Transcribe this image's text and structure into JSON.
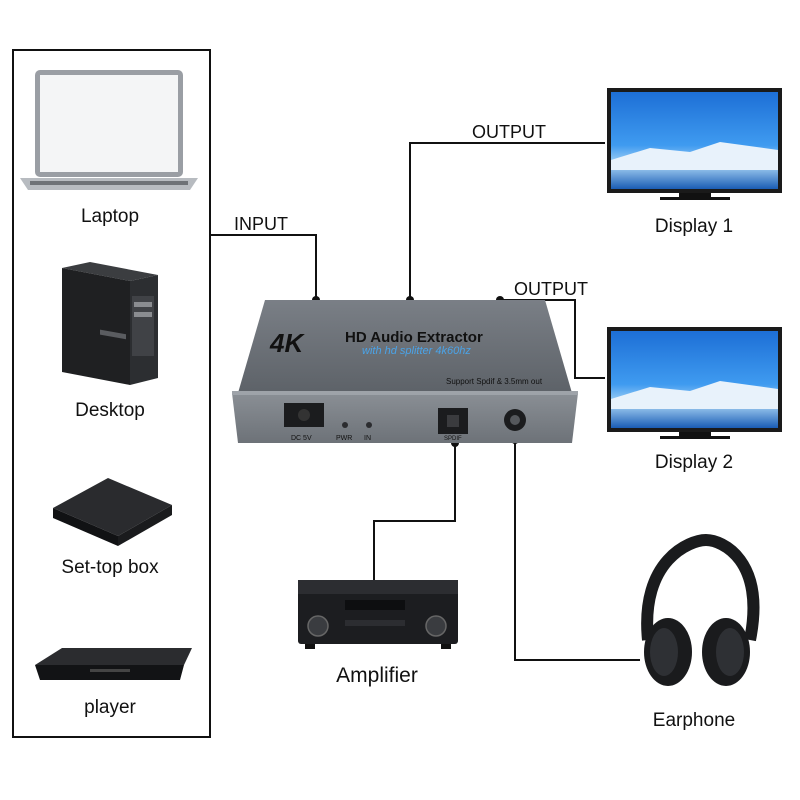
{
  "sources": [
    {
      "icon": "laptop-icon",
      "label": "Laptop"
    },
    {
      "icon": "desktop-icon",
      "label": "Desktop"
    },
    {
      "icon": "set-top-box-icon",
      "label": "Set-top box"
    },
    {
      "icon": "player-icon",
      "label": "player"
    }
  ],
  "connections": {
    "input_label": "INPUT",
    "output1_label": "OUTPUT",
    "output2_label": "OUTPUT"
  },
  "device": {
    "brand_4k": "4K",
    "title": "HD Audio Extractor",
    "subtitle": "with hd splitter 4k60hz",
    "support_text": "Support Spdif & 3.5mm out",
    "port_dc": "DC 5V",
    "port_pwr": "PWR",
    "port_in": "IN",
    "port_spdif": "SPDIF",
    "accent_color": "#4aa3e8"
  },
  "displays": [
    {
      "icon": "monitor-icon",
      "label": "Display 1"
    },
    {
      "icon": "monitor-icon",
      "label": "Display 2"
    }
  ],
  "outputs": {
    "amplifier": {
      "icon": "amplifier-icon",
      "label": "Amplifier"
    },
    "earphone": {
      "icon": "headphones-icon",
      "label": "Earphone"
    }
  }
}
